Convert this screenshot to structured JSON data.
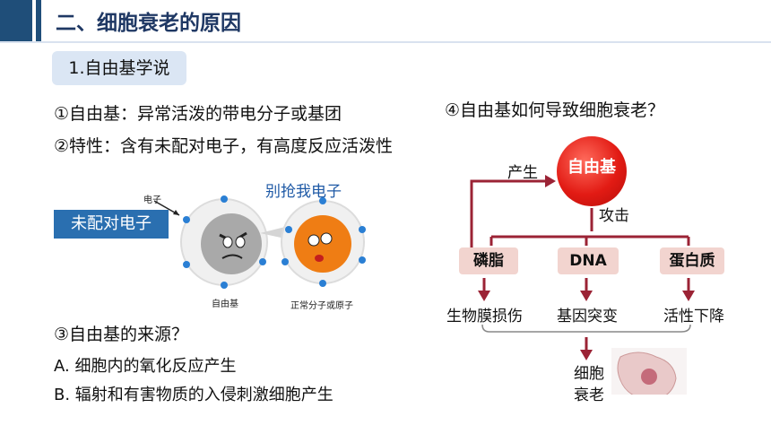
{
  "header": {
    "title": "二、细胞衰老的原因"
  },
  "section": {
    "label": "1.自由基学说"
  },
  "points": {
    "p1": "①自由基：异常活泼的带电分子或基团",
    "p2": "②特性：含有未配对电子，有高度反应活泼性",
    "p3": "③自由基的来源？",
    "a": "A. 细胞内的氧化反应产生",
    "b": "B. 辐射和有害物质的入侵刺激细胞产生"
  },
  "illustration": {
    "badge": "未配对电子",
    "speech": "别抢我电子",
    "electron_label": "电子",
    "radical_label": "自由基",
    "normal_label": "正常分子或原子"
  },
  "flow": {
    "question": "④自由基如何导致细胞衰老？",
    "center": "自由基",
    "produce": "产生",
    "attack": "攻击",
    "targets": [
      "磷脂",
      "DNA",
      "蛋白质"
    ],
    "effects": [
      "生物膜损伤",
      "基因突变",
      "活性下降"
    ],
    "result_line1": "细胞",
    "result_line2": "衰老"
  },
  "colors": {
    "accent": "#1f4e79",
    "arrow": "#9b2335",
    "radical": "#e21b14"
  }
}
